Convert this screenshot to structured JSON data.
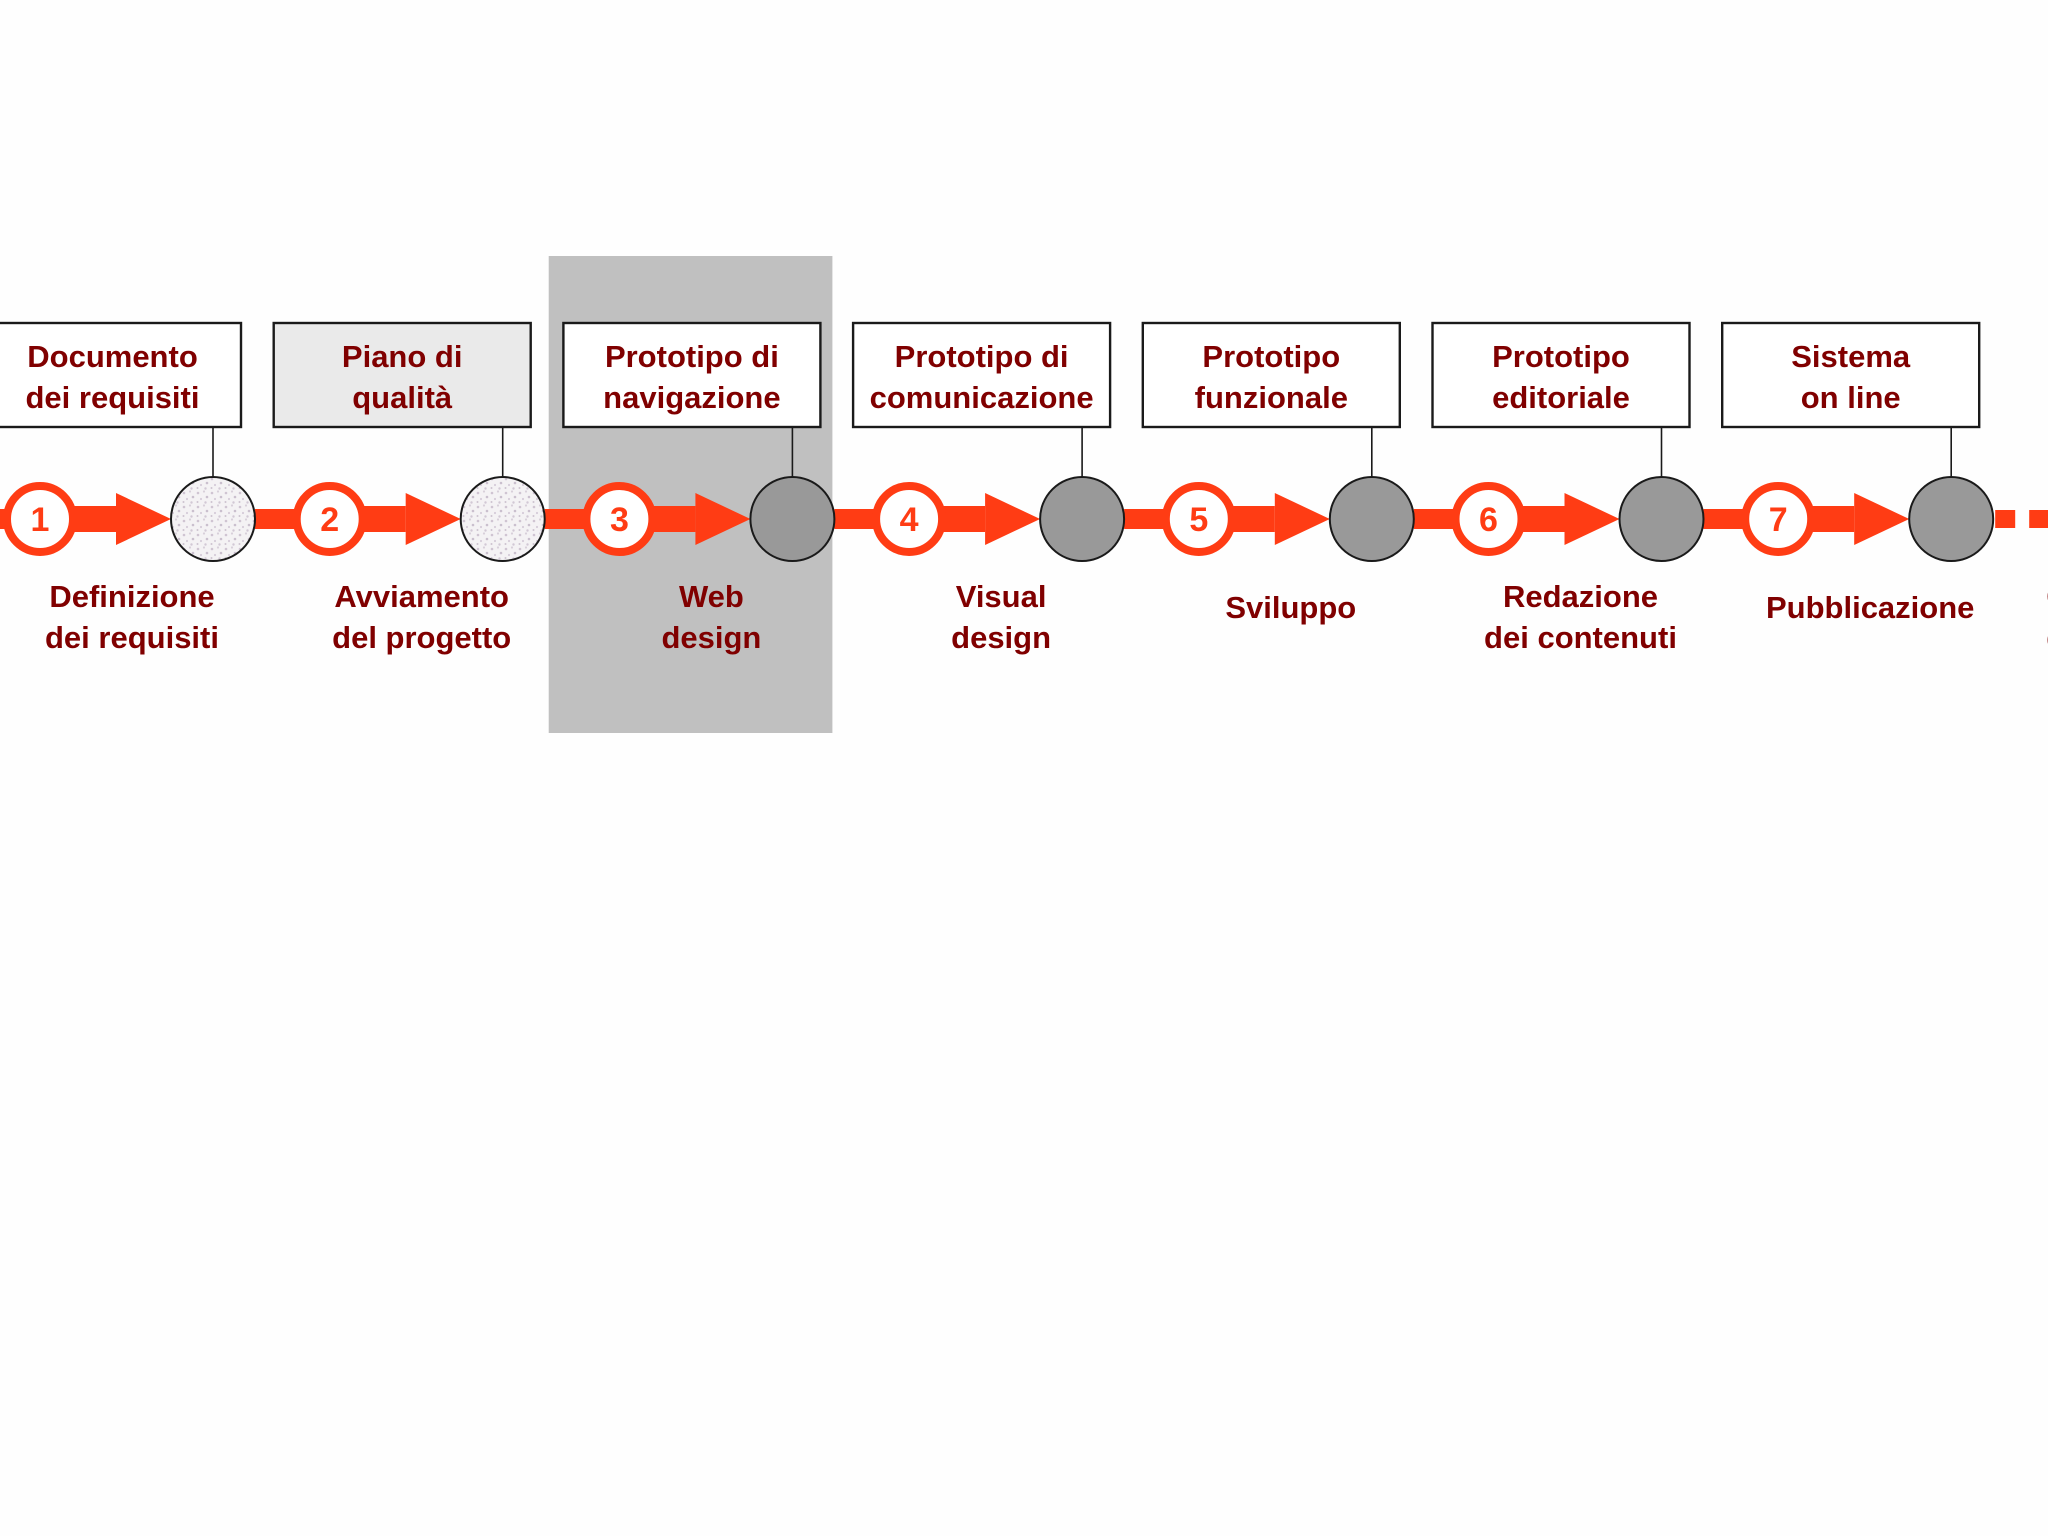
{
  "colors": {
    "accent": "#ff3c14",
    "text": "#800000",
    "highlight": "#c0c0c0",
    "milestone_dark": "#999999",
    "milestone_light": "#f2f0f2",
    "box_border": "#1a1a1a",
    "box_fill": "#ffffff",
    "box_fill_quality": "#eaeaea"
  },
  "highlighted_phase": 3,
  "steps": [
    {
      "number": "1",
      "phase": [
        "Definizione",
        "dei requisiti"
      ],
      "deliverable": [
        "Documento",
        "dei requisiti"
      ],
      "milestone": "light"
    },
    {
      "number": "2",
      "phase": [
        "Avviamento",
        "del progetto"
      ],
      "deliverable": [
        "Piano di",
        "qualità"
      ],
      "milestone": "light"
    },
    {
      "number": "3",
      "phase": [
        "Web",
        "design"
      ],
      "deliverable": [
        "Prototipo di",
        "navigazione"
      ],
      "milestone": "dark"
    },
    {
      "number": "4",
      "phase": [
        "Visual",
        "design"
      ],
      "deliverable": [
        "Prototipo di",
        "comunicazione"
      ],
      "milestone": "dark"
    },
    {
      "number": "5",
      "phase": [
        "Sviluppo"
      ],
      "deliverable": [
        "Prototipo",
        "funzionale"
      ],
      "milestone": "dark"
    },
    {
      "number": "6",
      "phase": [
        "Redazione",
        "dei contenuti"
      ],
      "deliverable": [
        "Prototipo",
        "editoriale"
      ],
      "milestone": "dark"
    },
    {
      "number": "7",
      "phase": [
        "Pubblicazione"
      ],
      "deliverable": [
        "Sistema",
        "on line"
      ],
      "milestone": "dark"
    },
    {
      "number": "",
      "phase": [
        "Ge",
        "de"
      ],
      "deliverable": [],
      "milestone": "none"
    }
  ]
}
